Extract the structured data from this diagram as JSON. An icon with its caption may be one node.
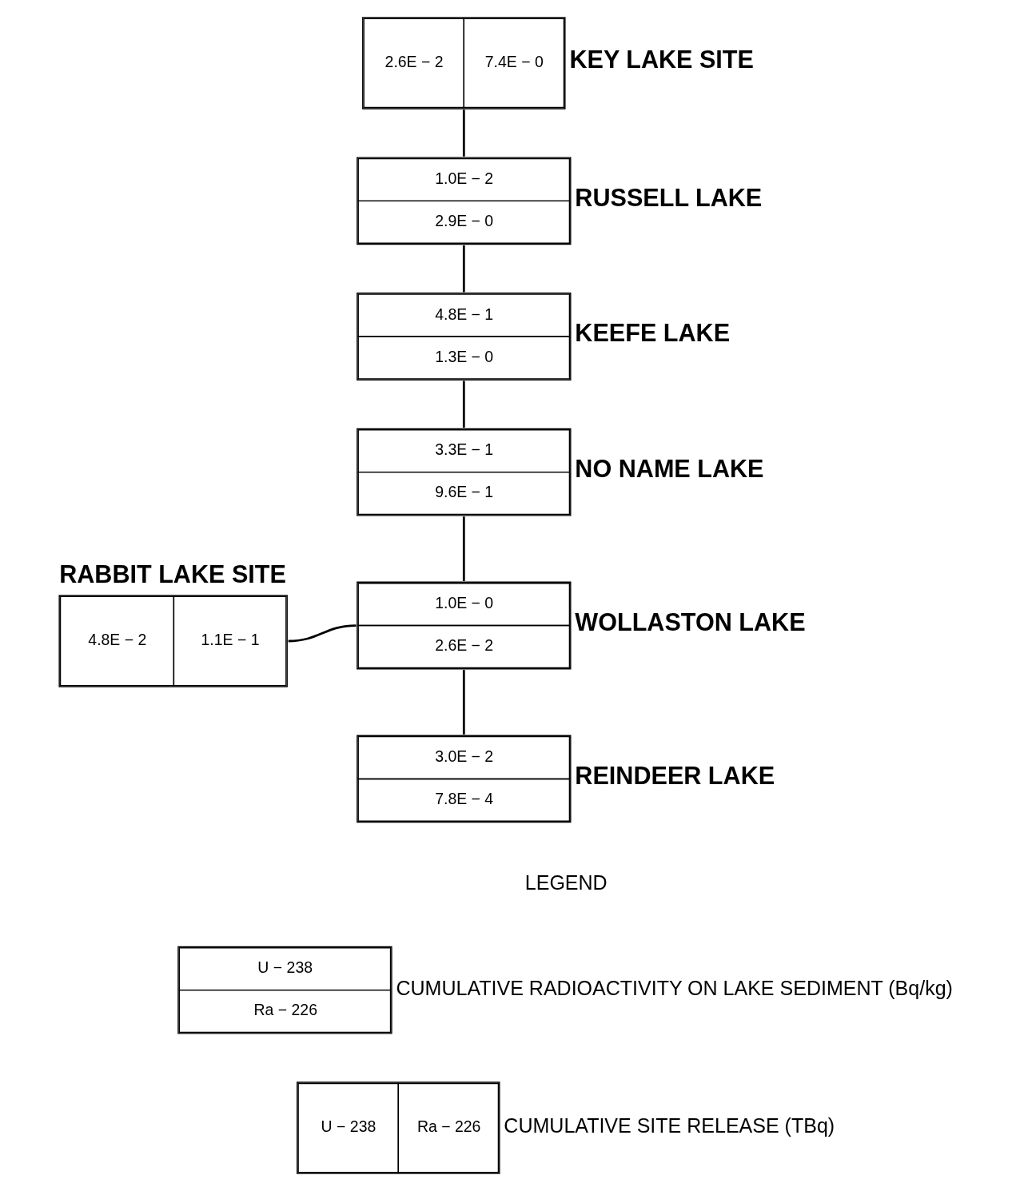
{
  "diagram": {
    "nodes": [
      {
        "text": [
          "2.6E − 2",
          "7.4E − 0"
        ],
        "beside": [
          "KEY LAKE SITE"
        ]
      },
      {
        "text": [
          "1.0E − 2",
          "2.9E − 0"
        ],
        "beside": [
          "RUSSELL LAKE"
        ]
      },
      {
        "text": [
          "4.8E − 1",
          "1.3E − 0"
        ],
        "beside": [
          "KEEFE LAKE"
        ]
      },
      {
        "text": [
          "3.3E − 1",
          "9.6E − 1"
        ],
        "beside": [
          "NO NAME LAKE"
        ]
      },
      {
        "text": [
          "4.8E − 2",
          "1.1E − 1"
        ],
        "beside": [
          "RABBIT LAKE SITE"
        ]
      },
      {
        "text": [
          "1.0E − 0",
          "2.6E − 2"
        ],
        "beside": [
          "WOLLASTON LAKE"
        ]
      },
      {
        "text": [
          "3.0E − 2",
          "7.8E − 4"
        ],
        "beside": [
          "REINDEER LAKE"
        ]
      },
      {
        "text": [
          "U − 238",
          "Ra − 226"
        ],
        "beside": [
          "CUMULATIVE RADIOACTIVITY ON LAKE SEDIMENT (Bq/kg)"
        ]
      },
      {
        "text": [
          "U − 238",
          "Ra − 226"
        ],
        "beside": [
          "CUMULATIVE SITE RELEASE (TBq)"
        ]
      }
    ],
    "edges": [
      {
        "from": 0,
        "to": 1,
        "arrow": "none"
      },
      {
        "from": 1,
        "to": 2,
        "arrow": "none"
      },
      {
        "from": 2,
        "to": 3,
        "arrow": "none"
      },
      {
        "from": 3,
        "to": 5,
        "arrow": "none"
      },
      {
        "from": 4,
        "to": 5,
        "arrow": "none"
      },
      {
        "from": 5,
        "to": 6,
        "arrow": "none"
      }
    ],
    "labels": [
      "LEGEND"
    ]
  }
}
